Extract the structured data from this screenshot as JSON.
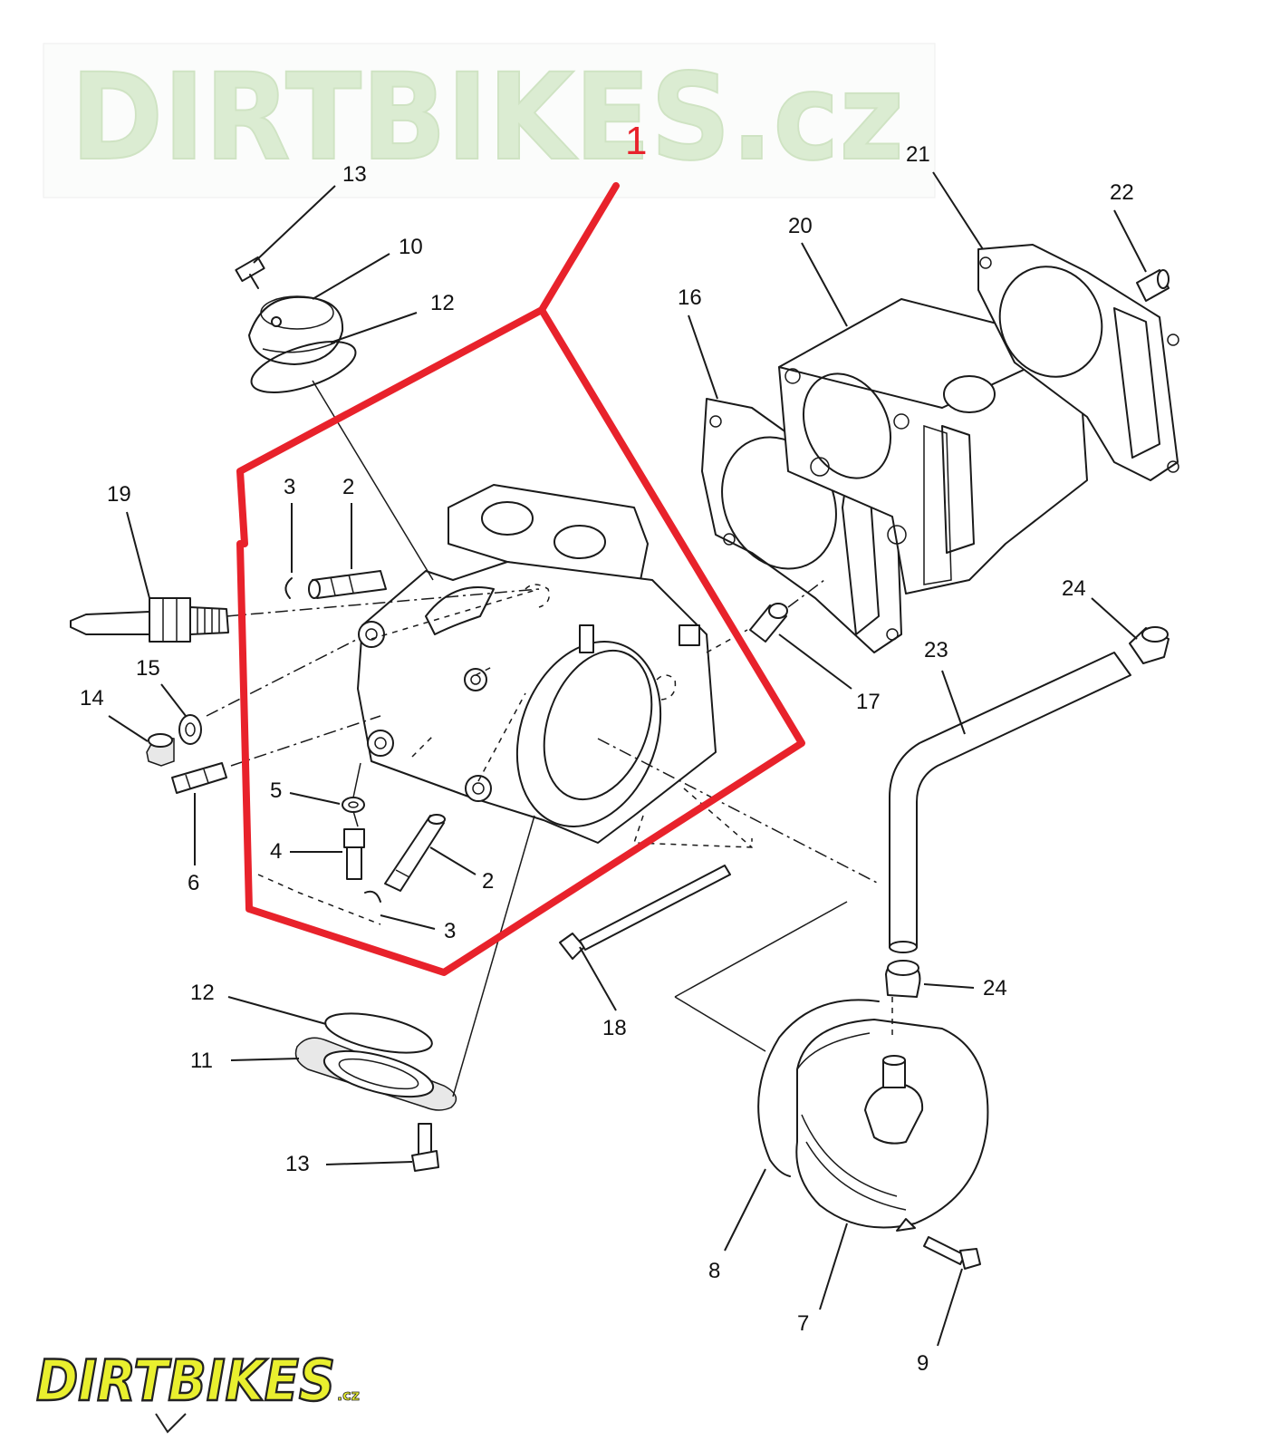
{
  "watermark_top": {
    "text": "DIRTBIKES.cz",
    "color": "#dbecd2"
  },
  "watermark_bottom": {
    "text": "DIRTBIKES",
    "suffix": ".cz",
    "fill": "#e9ef2e",
    "stroke": "#222222"
  },
  "highlight": {
    "label": "1",
    "color": "#e8222b"
  },
  "callouts": [
    {
      "id": "c13a",
      "text": "13"
    },
    {
      "id": "c10",
      "text": "10"
    },
    {
      "id": "c12a",
      "text": "12"
    },
    {
      "id": "c21",
      "text": "21"
    },
    {
      "id": "c22",
      "text": "22"
    },
    {
      "id": "c20",
      "text": "20"
    },
    {
      "id": "c16",
      "text": "16"
    },
    {
      "id": "c19",
      "text": "19"
    },
    {
      "id": "c3a",
      "text": "3"
    },
    {
      "id": "c2a",
      "text": "2"
    },
    {
      "id": "c15",
      "text": "15"
    },
    {
      "id": "c14",
      "text": "14"
    },
    {
      "id": "c17",
      "text": "17"
    },
    {
      "id": "c24a",
      "text": "24"
    },
    {
      "id": "c23",
      "text": "23"
    },
    {
      "id": "c5",
      "text": "5"
    },
    {
      "id": "c4",
      "text": "4"
    },
    {
      "id": "c6",
      "text": "6"
    },
    {
      "id": "c2b",
      "text": "2"
    },
    {
      "id": "c3b",
      "text": "3"
    },
    {
      "id": "c12b",
      "text": "12"
    },
    {
      "id": "c11",
      "text": "11"
    },
    {
      "id": "c18",
      "text": "18"
    },
    {
      "id": "c24b",
      "text": "24"
    },
    {
      "id": "c13b",
      "text": "13"
    },
    {
      "id": "c8",
      "text": "8"
    },
    {
      "id": "c7",
      "text": "7"
    },
    {
      "id": "c9",
      "text": "9"
    }
  ]
}
